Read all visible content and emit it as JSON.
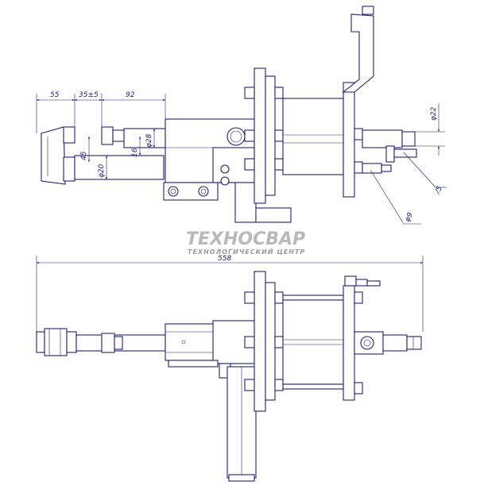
{
  "watermark": {
    "title": "ТЕХНОСВАР",
    "subtitle": "ТЕХНОЛОГИЧЕСКИЙ ЦЕНТР"
  },
  "dimensions": {
    "d55": "55",
    "d35": "35±5",
    "d92": "92",
    "d45": "45",
    "d16": "16",
    "d_phi20": "φ20",
    "d_phi28": "φ28",
    "d_phi22": "φ22",
    "d_phi9": "φ9",
    "d_slash5": "∕5",
    "d558": "558"
  },
  "colors": {
    "line": "#1e1e78",
    "watermark": "#b9b9b9"
  }
}
